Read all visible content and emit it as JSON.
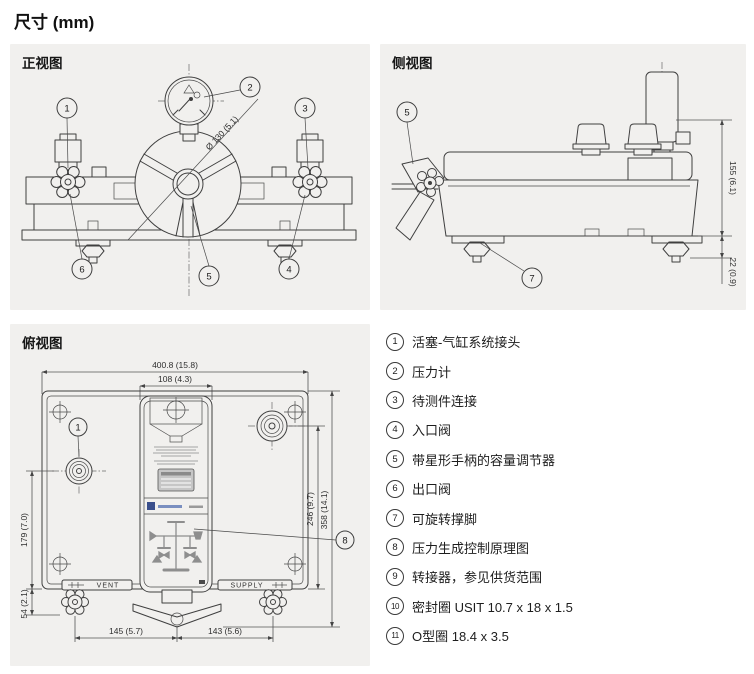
{
  "title": "尺寸 (mm)",
  "views": {
    "front": {
      "label": "正视图",
      "gauge_diameter": "Ø 130 (5.1)",
      "callouts": [
        "1",
        "2",
        "3",
        "4",
        "5",
        "6"
      ]
    },
    "side": {
      "label": "侧视图",
      "dim_total_height": "155 (6.1)",
      "dim_foot_height": "22 (0.9)",
      "callouts": [
        "5",
        "7"
      ]
    },
    "top": {
      "label": "俯视图",
      "dim_total_width": "400.8 (15.8)",
      "dim_panel_width": "108 (4.3)",
      "dim_left_depth": "179 (7.0)",
      "dim_foot_depth": "54 (2.1)",
      "dim_right_depth": "246 (9.7)",
      "dim_total_depth": "358 (14.1)",
      "dim_bottom_left": "145 (5.7)",
      "dim_bottom_right": "143 (5.6)",
      "label_vent": "VENT",
      "label_supply": "SUPPLY",
      "callouts": [
        "1",
        "8"
      ]
    }
  },
  "legend": {
    "items": [
      {
        "num": "1",
        "text": "活塞-气缸系统接头"
      },
      {
        "num": "2",
        "text": "压力计"
      },
      {
        "num": "3",
        "text": "待测件连接"
      },
      {
        "num": "4",
        "text": "入口阀"
      },
      {
        "num": "5",
        "text": "带星形手柄的容量调节器"
      },
      {
        "num": "6",
        "text": "出口阀"
      },
      {
        "num": "7",
        "text": "可旋转撑脚"
      },
      {
        "num": "8",
        "text": "压力生成控制原理图"
      },
      {
        "num": "9",
        "text": "转接器，参见供货范围"
      },
      {
        "num": "10",
        "text": "密封圈 USIT 10.7 x 18 x 1.5"
      },
      {
        "num": "11",
        "text": "O型圈 18.4 x 3.5"
      }
    ]
  },
  "colors": {
    "panel_bg": "#f1f0ee",
    "line": "#3f3f3f",
    "text": "#1d1d1d"
  }
}
